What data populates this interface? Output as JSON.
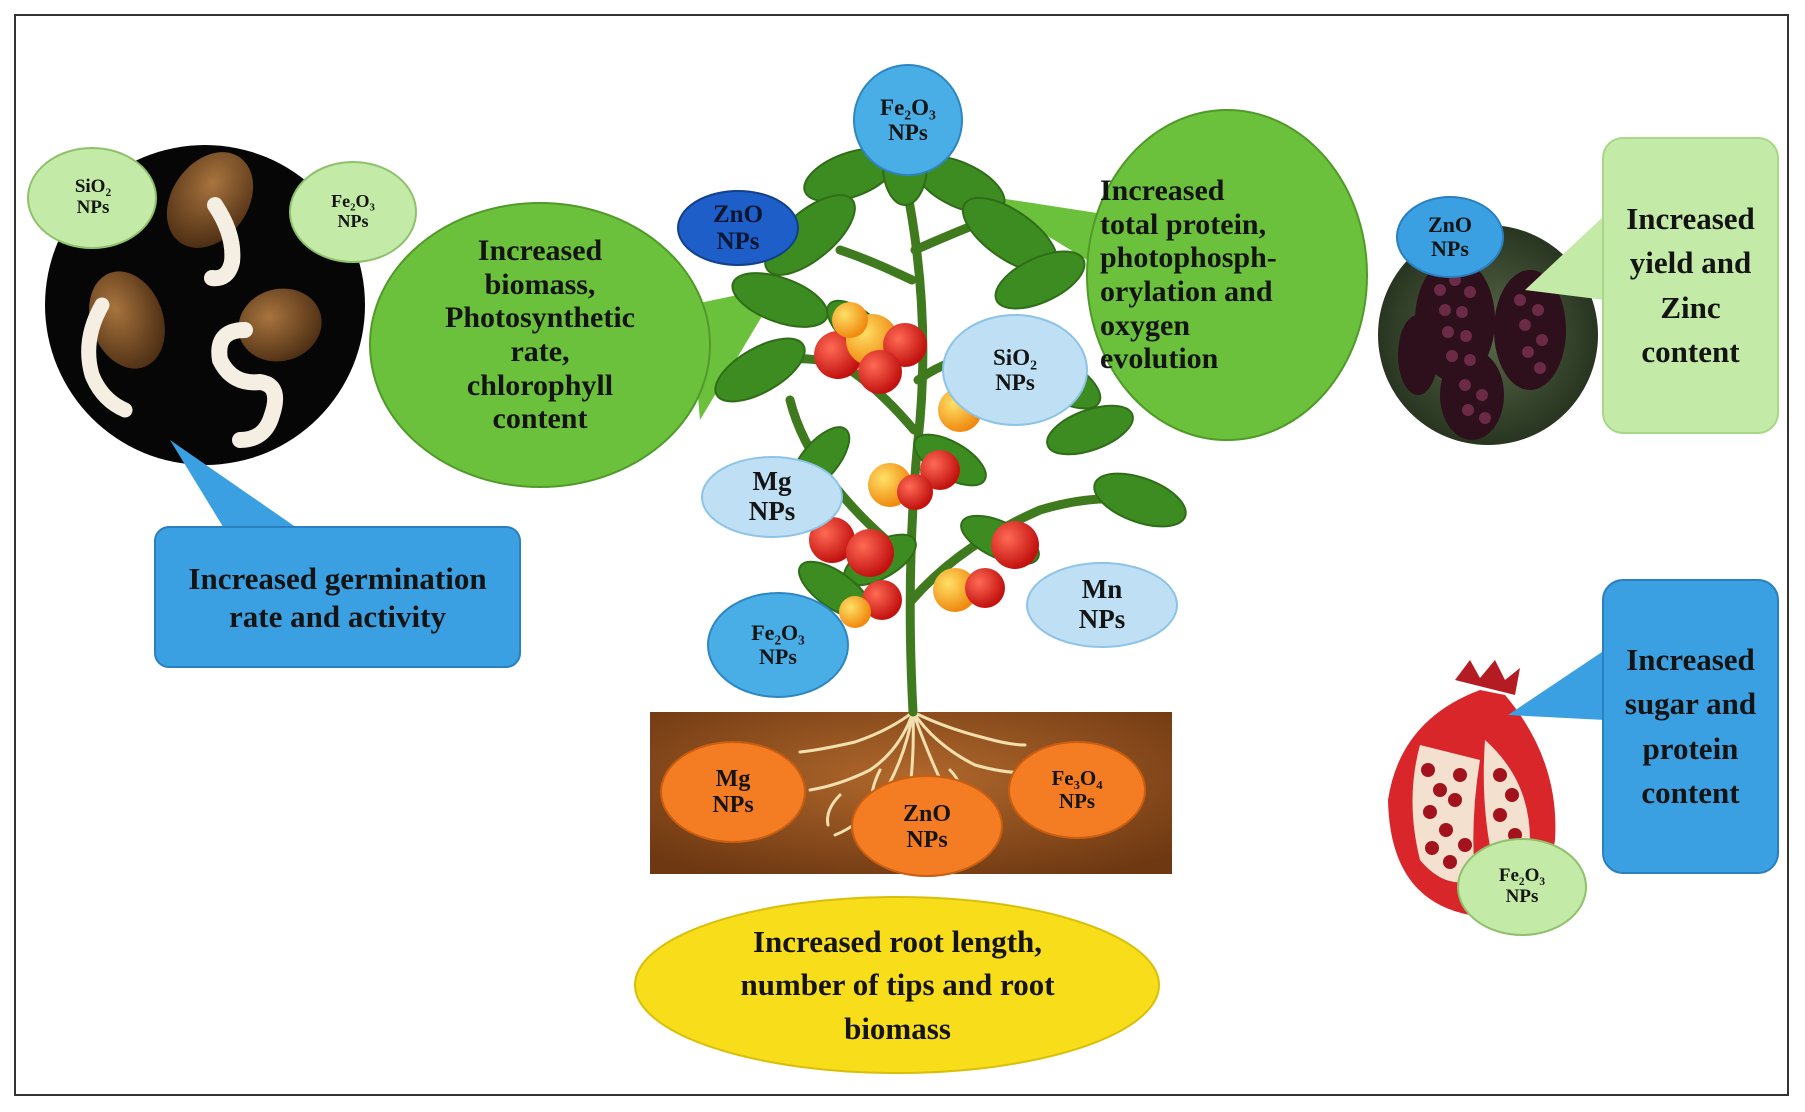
{
  "captions": {
    "germination": "Increased germination\nrate and activity",
    "biomass": "Increased\nbiomass,\nPhotosynthetic\nrate,\nchlorophyll\ncontent",
    "protein": "Increased\ntotal protein,\nphotophosph-\norylation and\noxygen\nevolution",
    "yield": "Increased\nyield and\nZinc\ncontent",
    "sugar": "Increased\nsugar and\nprotein\ncontent",
    "root": "Increased root length,\nnumber of tips and root\nbiomass"
  },
  "nanoparticles": {
    "seed_sio2": {
      "formula": "SiO₂",
      "suffix": "NPs"
    },
    "seed_fe2o3": {
      "formula": "Fe₂O₃",
      "suffix": "NPs"
    },
    "top_fe2o3": {
      "formula": "Fe₂O₃",
      "suffix": "NPs"
    },
    "leaf_zno": {
      "formula": "ZnO",
      "suffix": "NPs"
    },
    "fruit_sio2": {
      "formula": "SiO₂",
      "suffix": "NPs"
    },
    "stem_mg": {
      "formula": "Mg",
      "suffix": "NPs"
    },
    "stem_fe2o3": {
      "formula": "Fe₂O₃",
      "suffix": "NPs"
    },
    "stem_mn": {
      "formula": "Mn",
      "suffix": "NPs"
    },
    "soil_mg": {
      "formula": "Mg",
      "suffix": "NPs"
    },
    "soil_zno": {
      "formula": "ZnO",
      "suffix": "NPs"
    },
    "soil_fe3o4": {
      "formula": "Fe₃O₄",
      "suffix": "NPs"
    },
    "berry_zno": {
      "formula": "ZnO",
      "suffix": "NPs"
    },
    "pomegranate_fe2o3": {
      "formula": "Fe₂O₃",
      "suffix": "NPs"
    }
  },
  "colors": {
    "green_bubble": "#6cc13c",
    "light_green": "#c3eaa6",
    "blue_box": "#3aa0e2",
    "light_blue": "#bfe0f4",
    "mid_blue": "#4aaee6",
    "dark_blue": "#1d5ec8",
    "orange": "#f47c22",
    "yellow": "#f7dd1a",
    "soil": "#8a4a1c"
  }
}
